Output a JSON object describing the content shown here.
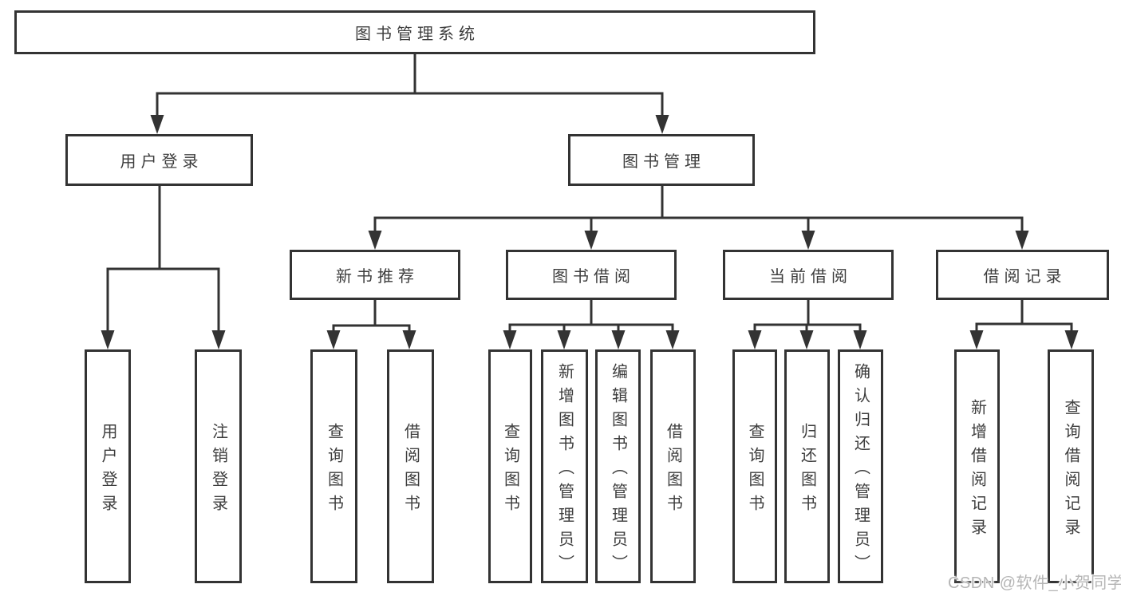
{
  "tree": {
    "root": {
      "label": "图书管理系统"
    },
    "branches": [
      {
        "label": "用户登录",
        "children": [
          {
            "label": "用户登录"
          },
          {
            "label": "注销登录"
          }
        ]
      },
      {
        "label": "图书管理",
        "groups": [
          {
            "label": "新书推荐",
            "children": [
              {
                "label": "查询图书"
              },
              {
                "label": "借阅图书"
              }
            ]
          },
          {
            "label": "图书借阅",
            "children": [
              {
                "label": "查询图书"
              },
              {
                "label": "新增图书（管理员）"
              },
              {
                "label": "编辑图书（管理员）"
              },
              {
                "label": "借阅图书"
              }
            ]
          },
          {
            "label": "当前借阅",
            "children": [
              {
                "label": "查询图书"
              },
              {
                "label": "归还图书"
              },
              {
                "label": "确认归还（管理员）"
              }
            ]
          },
          {
            "label": "借阅记录",
            "children": [
              {
                "label": "新增借阅记录"
              },
              {
                "label": "查询借阅记录"
              }
            ]
          }
        ]
      }
    ]
  },
  "watermark": {
    "text": "CSDN @软件_小贺同学"
  },
  "colors": {
    "line": "#333333",
    "text": "#3d3d3d",
    "background": "#ffffff",
    "watermark": "#b5b5b5"
  }
}
